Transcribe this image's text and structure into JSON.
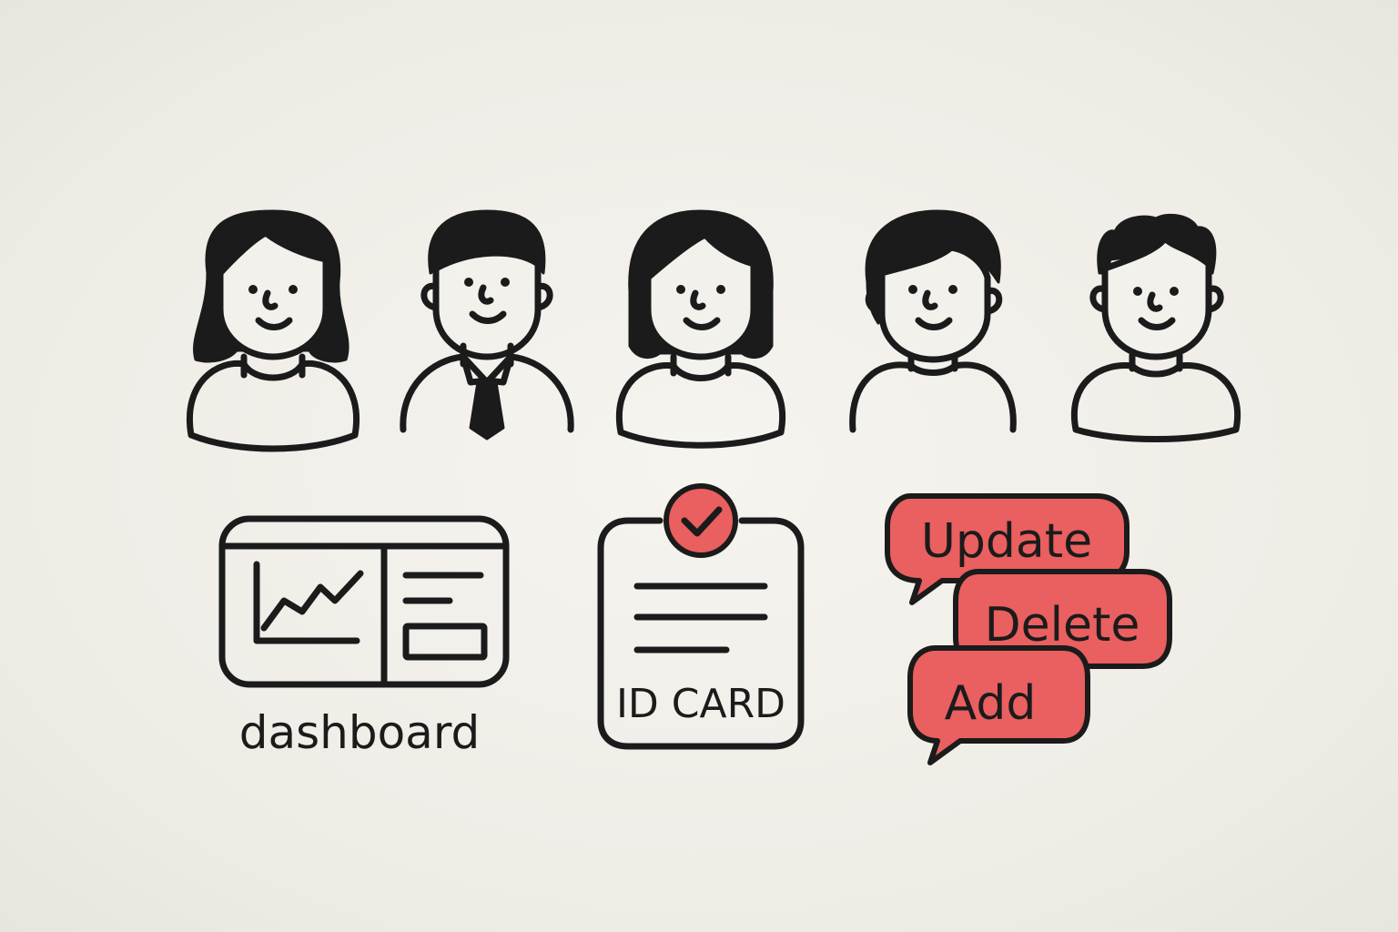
{
  "colors": {
    "accent": "#ea5f5f",
    "ink": "#1b1b1b",
    "background": "#f3f1ec"
  },
  "avatars": [
    {
      "icon": "woman-avatar-icon"
    },
    {
      "icon": "man-with-tie-avatar-icon"
    },
    {
      "icon": "woman-avatar-icon"
    },
    {
      "icon": "person-avatar-icon"
    },
    {
      "icon": "boy-avatar-icon"
    }
  ],
  "dashboard": {
    "icon": "dashboard-icon",
    "label": "dashboard"
  },
  "id_card": {
    "icon": "id-card-icon",
    "badge_icon": "checkmark-icon",
    "label": "ID CARD"
  },
  "actions": {
    "update_label": "Update",
    "delete_label": "Delete",
    "add_label": "Add"
  }
}
